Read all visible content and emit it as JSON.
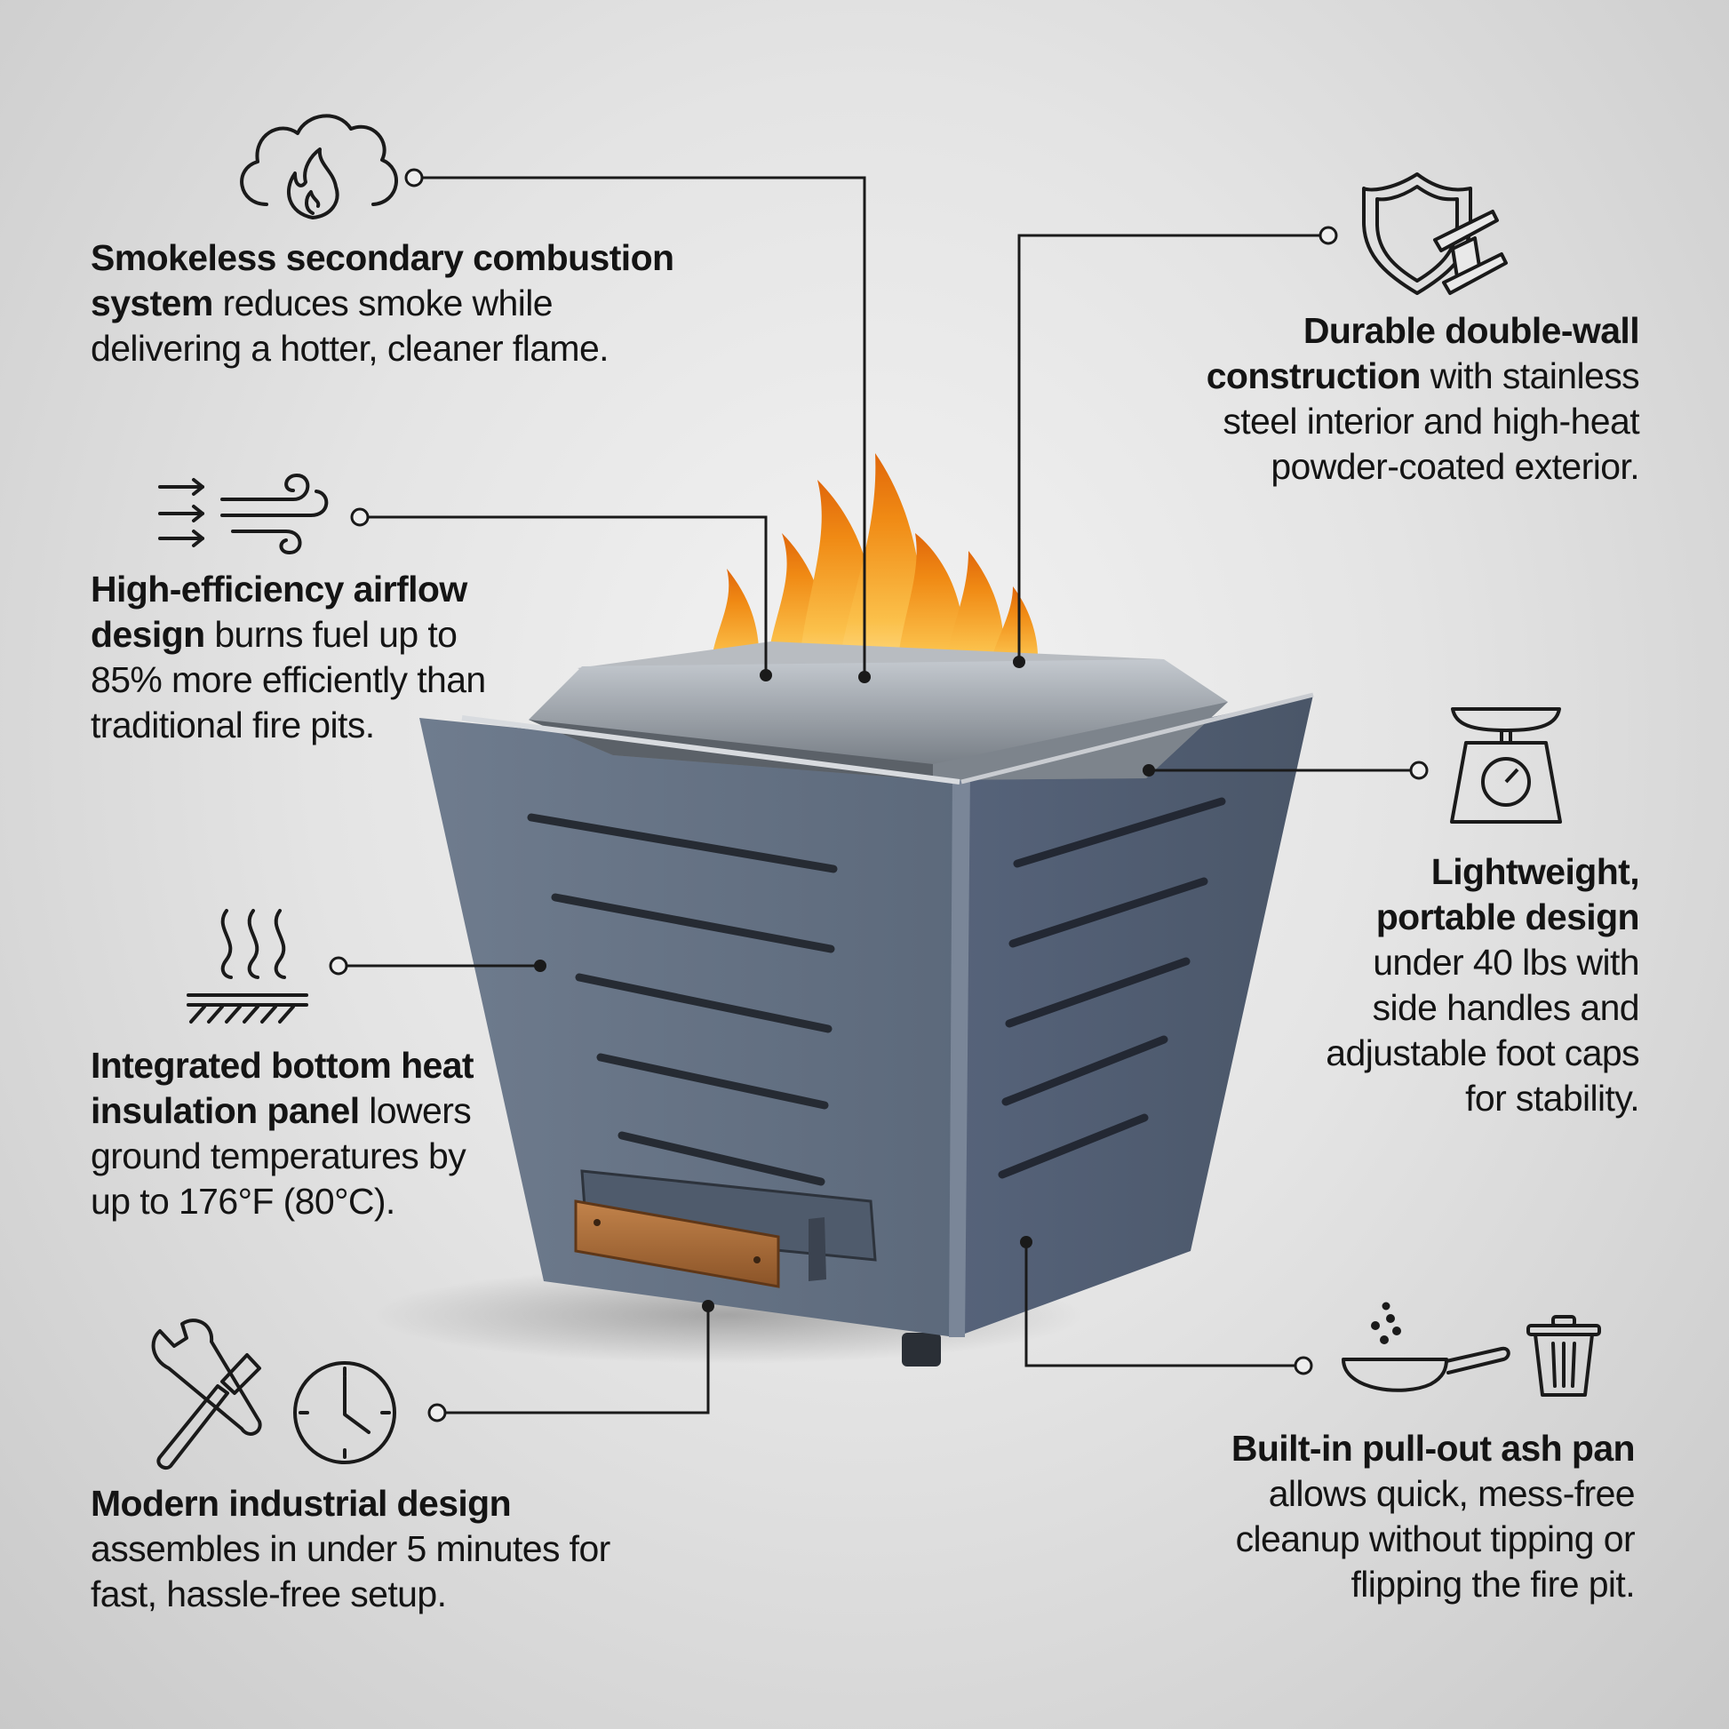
{
  "features": {
    "smokeless": {
      "icon": "cloud-flame-icon",
      "bold": "Smokeless secondary combustion system",
      "text": " reduces smoke while delivering a hotter, cleaner flame."
    },
    "airflow": {
      "icon": "airflow-wind-icon",
      "bold": "High-efficiency airflow design",
      "text": " burns fuel up to 85% more efficiently than traditional fire pits."
    },
    "insulation": {
      "icon": "heat-insulation-icon",
      "bold": "Integrated bottom heat insulation panel",
      "text": " lowers ground temperatures by up to 176°F (80°C)."
    },
    "assembly": {
      "icon": "wrench-screwdriver-clock-icon",
      "bold": "Modern industrial design",
      "text": " assembles in under 5 minutes for fast, hassle-free setup."
    },
    "doublewall": {
      "icon": "shield-steel-beam-icon",
      "bold": "Durable double-wall construction",
      "text": " with stainless steel interior and high-heat powder-coated exterior."
    },
    "lightweight": {
      "icon": "weight-scale-icon",
      "bold": "Lightweight, portable design",
      "text": " under 40 lbs with side handles and adjustable foot caps for stability."
    },
    "ashpan": {
      "icon": "pan-trash-icon",
      "bold": "Built-in pull-out ash pan",
      "text": " allows quick, mess-free cleanup without tipping or flipping the fire pit."
    }
  },
  "colors": {
    "background": "#e4e4e4",
    "body_steel": "#5f6e82",
    "flame": "#f7a21b",
    "wood_handle": "#a4683a",
    "line": "#1a1a1a"
  }
}
